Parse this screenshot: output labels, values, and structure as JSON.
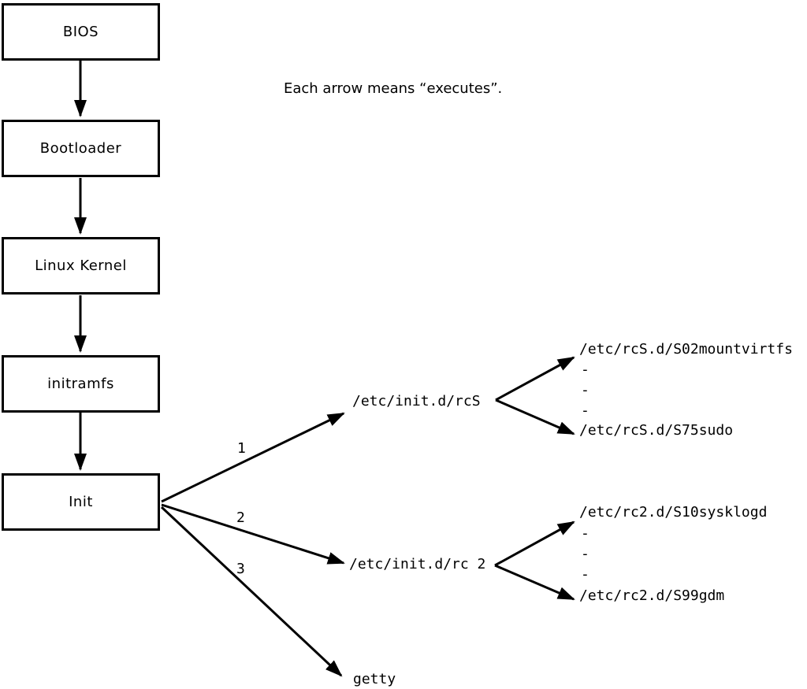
{
  "note": "Each arrow means “executes”.",
  "colors": {
    "line": "#000000",
    "background": "#ffffff"
  },
  "boot_chain": [
    {
      "label": "BIOS"
    },
    {
      "label": "Bootloader"
    },
    {
      "label": "Linux Kernel"
    },
    {
      "label": "initramfs"
    },
    {
      "label": "Init"
    }
  ],
  "branches": [
    {
      "label": "1",
      "target": "/etc/init.d/rcS",
      "children": [
        "/etc/rcS.d/S02mountvirtfs",
        "-",
        "-",
        "-",
        "/etc/rcS.d/S75sudo"
      ]
    },
    {
      "label": "2",
      "target": "/etc/init.d/rc 2",
      "children": [
        "/etc/rc2.d/S10sysklogd",
        "-",
        "-",
        "-",
        "/etc/rc2.d/S99gdm"
      ]
    },
    {
      "label": "3",
      "target": "getty"
    }
  ]
}
